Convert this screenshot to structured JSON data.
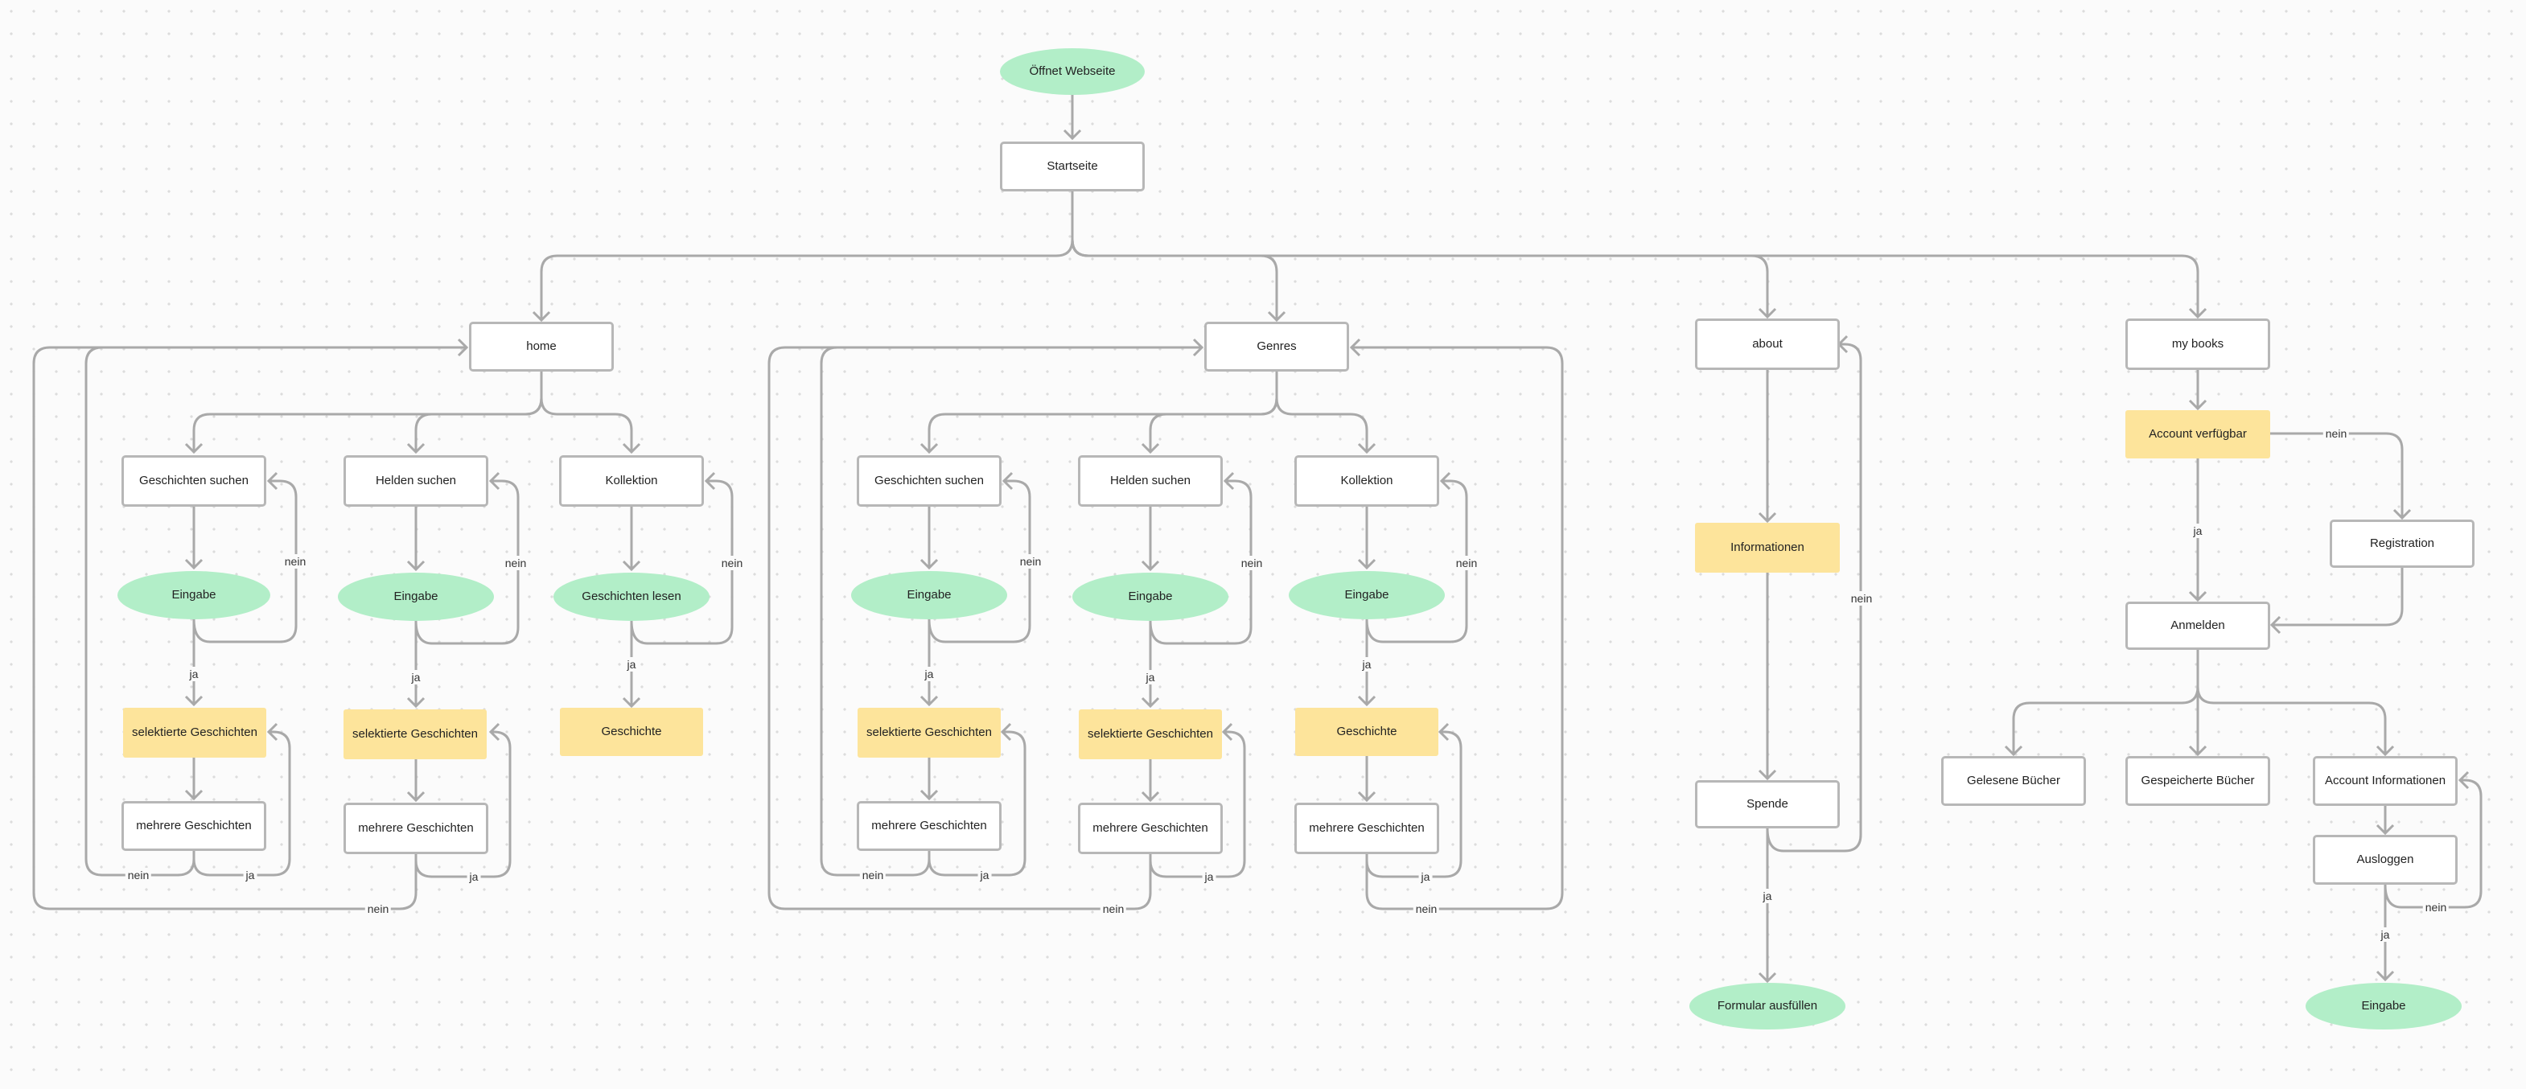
{
  "colors": {
    "box_border": "#b7b7b7",
    "start_end": "#b2eec8",
    "highlight": "#fde49b",
    "edge": "#a9a9a9"
  },
  "nodes": {
    "start": "Öffnet Webseite",
    "startseite": "Startseite",
    "home": "home",
    "genres": "Genres",
    "about": "about",
    "mybooks": "my books",
    "geschichten_suchen": "Geschichten suchen",
    "helden_suchen": "Helden suchen",
    "kollektion": "Kollektion",
    "eingabe": "Eingabe",
    "geschichten_lesen": "Geschichten lesen",
    "selektierte_geschichten": "selektierte Geschichten",
    "geschichte": "Geschichte",
    "mehrere_geschichten": "mehrere Geschichten",
    "informationen": "Informationen",
    "spende": "Spende",
    "formular": "Formular ausfüllen",
    "account_verfuegbar": "Account verfügbar",
    "registration": "Registration",
    "anmelden": "Anmelden",
    "gelesene_buecher": "Gelesene Bücher",
    "gespeicherte_buecher": "Gespeicherte Bücher",
    "account_informationen": "Account Informationen",
    "ausloggen": "Ausloggen"
  },
  "edge_labels": {
    "ja": "ja",
    "nein": "nein"
  }
}
